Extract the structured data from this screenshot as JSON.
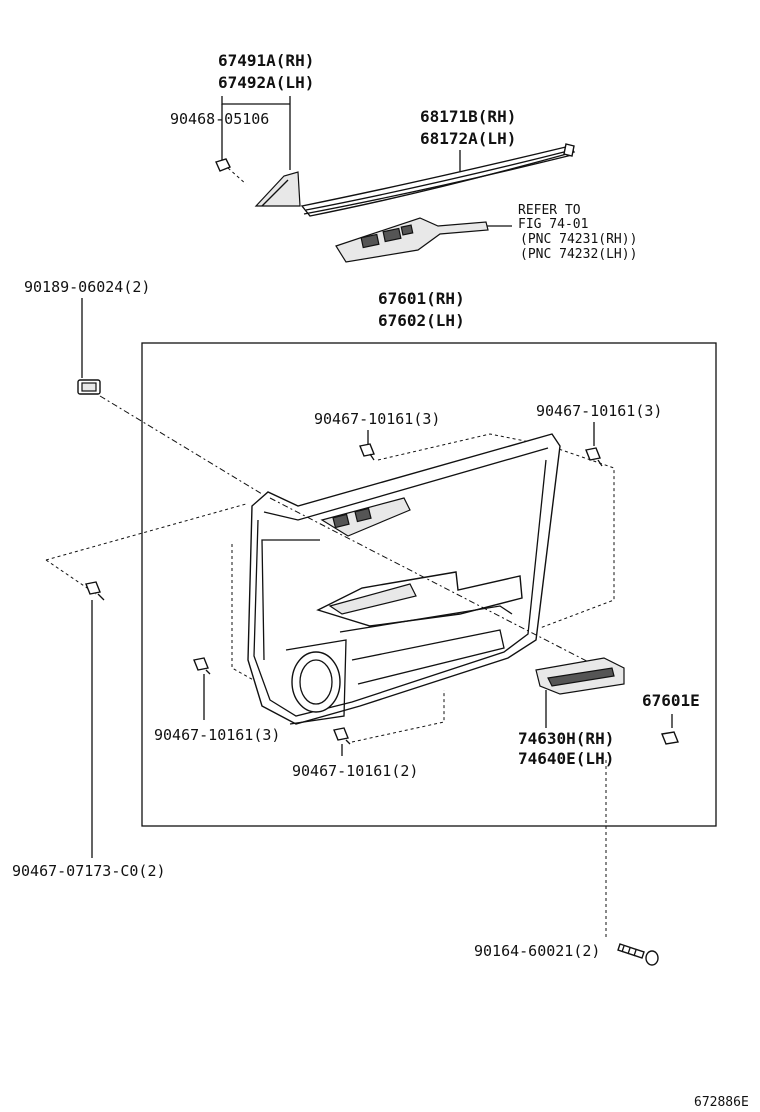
{
  "parts": {
    "p67491a": "67491A(RH)",
    "p67492a": "67492A(LH)",
    "p90468": "90468-05106",
    "p68171b": "68171B(RH)",
    "p68172a": "68172A(LH)",
    "refer_line1": "REFER TO",
    "refer_line2": "FIG  74-01",
    "refer_line3": "(PNC  74231(RH))",
    "refer_line4": "(PNC  74232(LH))",
    "p90189": "90189-06024(2)",
    "p67601": "67601(RH)",
    "p67602": "67602(LH)",
    "p90467_top_left": "90467-10161(3)",
    "p90467_top_right": "90467-10161(3)",
    "p90467_bottom_left": "90467-10161(3)",
    "p90467_bottom_mid": "90467-10161(2)",
    "p67601e": "67601E",
    "p74630h": "74630H(RH)",
    "p74640e": "74640E(LH)",
    "p90467_071": "90467-07173-C0(2)",
    "p90164": "90164-60021(2)",
    "figure_code": "672886E"
  }
}
